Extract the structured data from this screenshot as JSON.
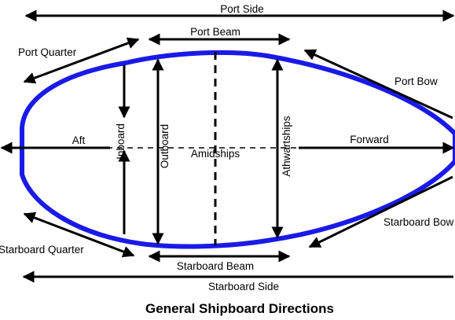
{
  "diagram": {
    "title": "General Shipboard Directions",
    "colors": {
      "hull": "#1a1ae6",
      "arrow": "#000000",
      "background": "#ffffff"
    },
    "labels": {
      "port_side": "Port Side",
      "port_beam": "Port Beam",
      "port_quarter": "Port Quarter",
      "port_bow": "Port Bow",
      "aft": "Aft",
      "inboard": "Inboard",
      "outboard": "Outboard",
      "amidships": "Amidships",
      "athwartships": "Athwartships",
      "forward": "Forward",
      "starboard_bow": "Starboard Bow",
      "starboard_quarter": "Starboard Quarter",
      "starboard_beam": "Starboard Beam",
      "starboard_side": "Starboard Side"
    }
  }
}
